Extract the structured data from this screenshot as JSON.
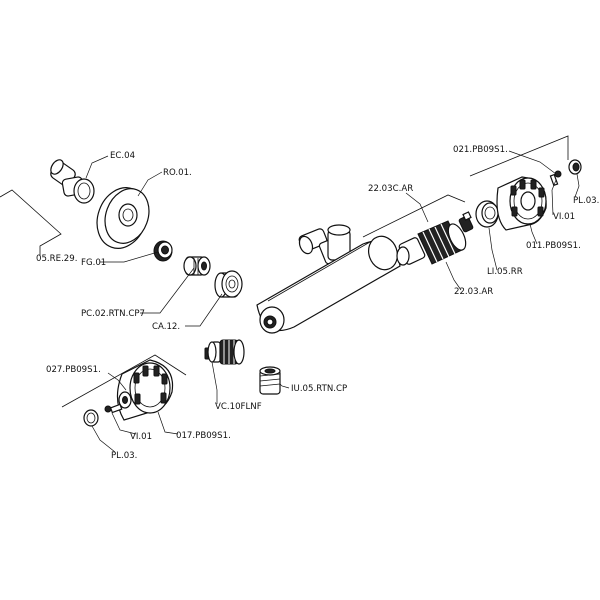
{
  "diagram": {
    "labels": {
      "ec04": "EC.04",
      "ro01": "RO.01.",
      "re29": "05.RE.29.",
      "fg01": "FG.01",
      "pc02": "PC.02.RTN.CP7",
      "ca12": "CA.12.",
      "ar22c": "22.03C.AR",
      "pb021": "021.PB09S1.",
      "pl03_right": "PL.03.",
      "vi01_right": "VI.01",
      "pb011": "011.PB09S1.",
      "li05": "LI.05.RR",
      "ar22": "22.03.AR",
      "vc10": "VC.10FLNF",
      "iu05": "IU.05.RTN.CP",
      "pb027": "027.PB09S1.",
      "vi01_left": "VI.01",
      "pb017": "017.PB09S1.",
      "pl03_left": "PL.03."
    }
  }
}
